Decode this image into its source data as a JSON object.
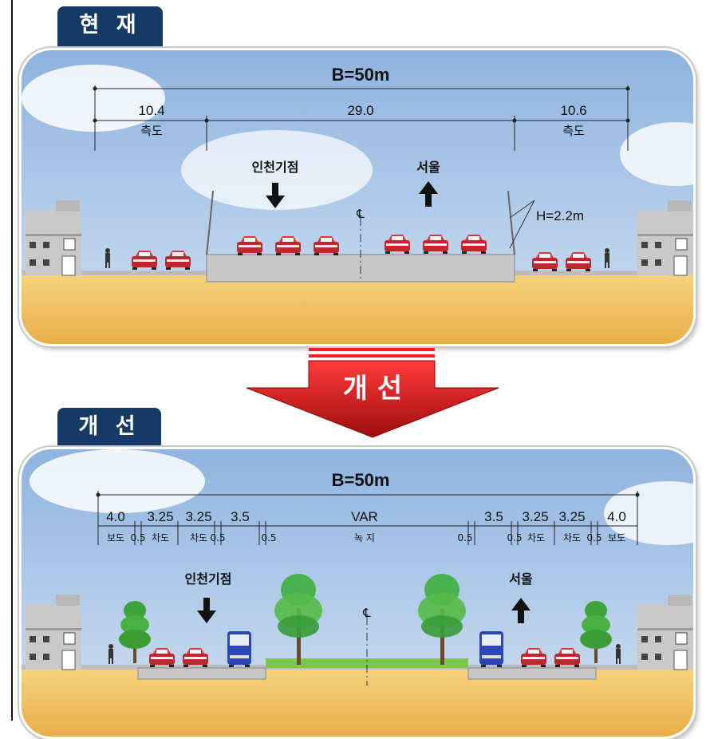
{
  "tabs": {
    "current": "현 재",
    "improved": "개 선"
  },
  "arrow_label": "개 선",
  "top_section": {
    "total_width": "B=50m",
    "dims": [
      "10.4",
      "29.0",
      "10.6"
    ],
    "side_labels": [
      "측도",
      "측도"
    ],
    "direction_left": "인천기점",
    "direction_right": "서울",
    "centerline": "℄",
    "height_label": "H=2.2m"
  },
  "bottom_section": {
    "total_width": "B=50m",
    "dims_left": [
      "4.0",
      "3.25",
      "3.25",
      "3.5"
    ],
    "dim_center": "VAR",
    "dims_right": [
      "3.5",
      "3.25",
      "3.25",
      "4.0"
    ],
    "half": "0.5",
    "labels_left": [
      "보도",
      "차도",
      "차도"
    ],
    "label_center": "녹 지",
    "labels_right": [
      "차도",
      "차도",
      "보도"
    ],
    "direction_left": "인천기점",
    "direction_right": "서울",
    "centerline": "℄"
  },
  "colors": {
    "tab_bg": "#163a66",
    "sky": "#a9c6e6",
    "ground": "#f1c160",
    "road": "#c7c7c7",
    "car": "#c0272d",
    "arrow": "#d61c1c",
    "tree": "#43a83a",
    "bus": "#2b47b5"
  }
}
